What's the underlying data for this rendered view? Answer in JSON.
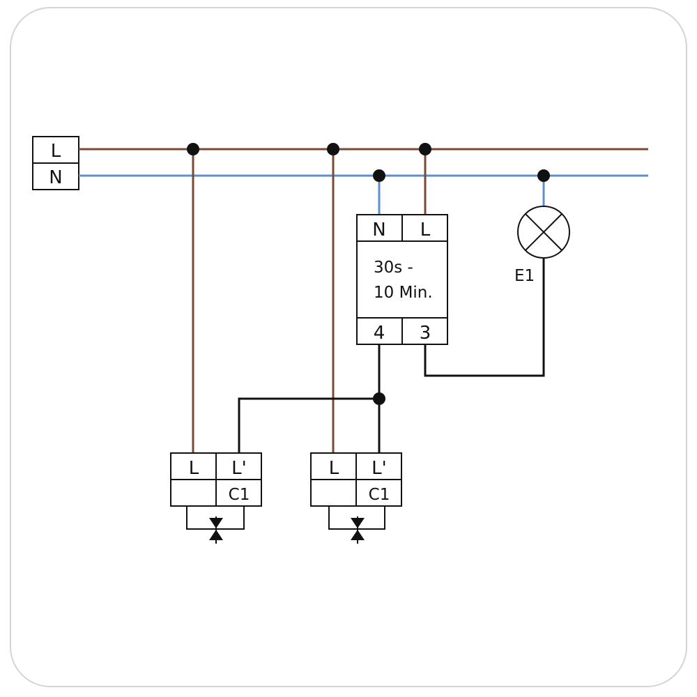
{
  "colors": {
    "live": "#7a4a35",
    "neutral": "#5b8fd0",
    "switched": "#111111"
  },
  "supply": {
    "l_label": "L",
    "n_label": "N"
  },
  "timer": {
    "n_label": "N",
    "l_label": "L",
    "time_line1": "30s -",
    "time_line2": "10 Min.",
    "out4_label": "4",
    "out3_label": "3"
  },
  "lamp": {
    "label": "E1"
  },
  "buttons": [
    {
      "l_label": "L",
      "lprime_label": "L'",
      "c_label": "C1"
    },
    {
      "l_label": "L",
      "lprime_label": "L'",
      "c_label": "C1"
    }
  ]
}
